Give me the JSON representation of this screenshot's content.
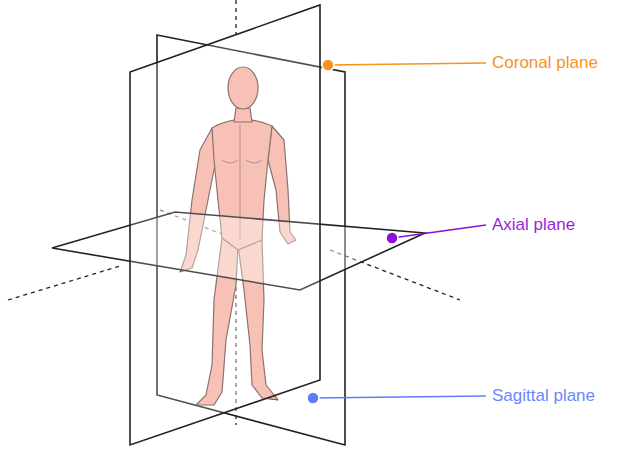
{
  "diagram": {
    "labels": [
      "Coronal plane",
      "Axial plane",
      "Sagittal plane"
    ]
  }
}
